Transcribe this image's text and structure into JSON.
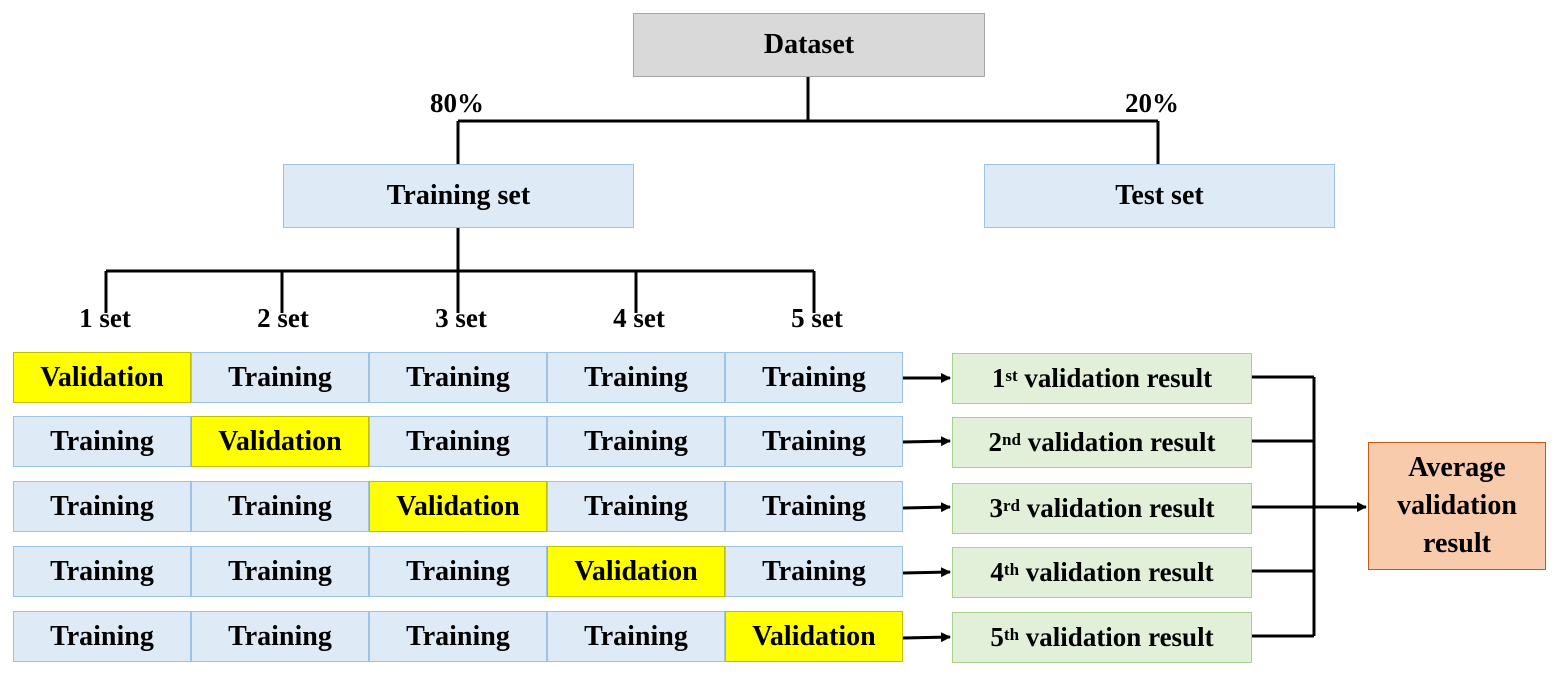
{
  "dataset": {
    "label": "Dataset"
  },
  "split": {
    "left_percent": "80%",
    "right_percent": "20%",
    "training_set": "Training set",
    "test_set": "Test set"
  },
  "set_labels": [
    "1 set",
    "2 set",
    "3 set",
    "4 set",
    "5 set"
  ],
  "cell_labels": {
    "training": "Training",
    "validation": "Validation"
  },
  "folds": [
    {
      "validation_index": 0
    },
    {
      "validation_index": 1
    },
    {
      "validation_index": 2
    },
    {
      "validation_index": 3
    },
    {
      "validation_index": 4
    }
  ],
  "results": [
    {
      "number": "1",
      "ordinal_suffix": "st",
      "text": " validation result"
    },
    {
      "number": "2",
      "ordinal_suffix": "nd",
      "text": " validation result"
    },
    {
      "number": "3",
      "ordinal_suffix": "rd",
      "text": " validation result"
    },
    {
      "number": "4",
      "ordinal_suffix": "th",
      "text": " validation result"
    },
    {
      "number": "5",
      "ordinal_suffix": "th",
      "text": " validation result"
    }
  ],
  "average": {
    "lines": [
      "Average",
      "validation",
      "result"
    ]
  },
  "colors": {
    "dataset_fill": "#d9d9d9",
    "training_fill": "#deebf7",
    "validation_fill": "#ffff00",
    "result_fill": "#e2f0d9",
    "average_fill": "#f8cbad"
  }
}
